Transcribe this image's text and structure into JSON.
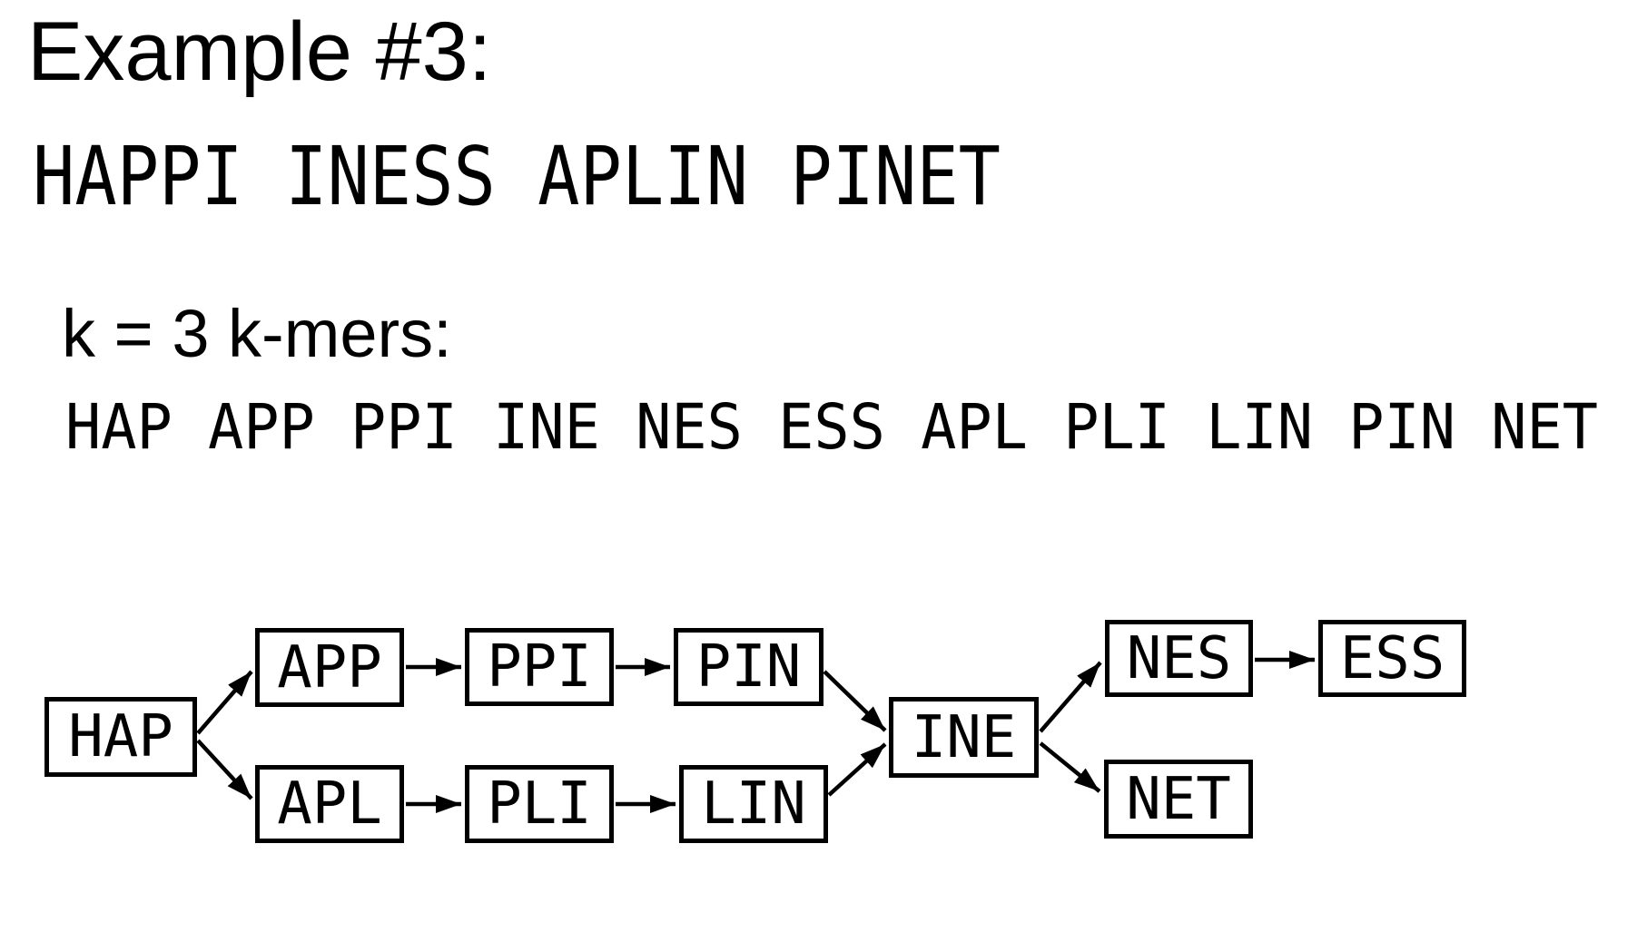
{
  "slide": {
    "title": "Example #3:",
    "reads_line": "HAPPI INESS APLIN PINET",
    "kmer_label": "k = 3 k-mers:",
    "kmer_list": "HAP APP PPI INE NES ESS APL PLI LIN PIN NET"
  },
  "colors": {
    "ink": "#000000",
    "background": "#ffffff"
  },
  "graph": {
    "type": "de-bruijn-graph",
    "k": 3,
    "nodes": [
      {
        "id": "HAP",
        "label": "HAP"
      },
      {
        "id": "APP",
        "label": "APP"
      },
      {
        "id": "PPI",
        "label": "PPI"
      },
      {
        "id": "PIN",
        "label": "PIN"
      },
      {
        "id": "INE",
        "label": "INE"
      },
      {
        "id": "NES",
        "label": "NES"
      },
      {
        "id": "ESS",
        "label": "ESS"
      },
      {
        "id": "APL",
        "label": "APL"
      },
      {
        "id": "PLI",
        "label": "PLI"
      },
      {
        "id": "LIN",
        "label": "LIN"
      },
      {
        "id": "NET",
        "label": "NET"
      }
    ],
    "edges": [
      {
        "from": "HAP",
        "to": "APP"
      },
      {
        "from": "HAP",
        "to": "APL"
      },
      {
        "from": "APP",
        "to": "PPI"
      },
      {
        "from": "PPI",
        "to": "PIN"
      },
      {
        "from": "PIN",
        "to": "INE"
      },
      {
        "from": "LIN",
        "to": "INE"
      },
      {
        "from": "INE",
        "to": "NES"
      },
      {
        "from": "INE",
        "to": "NET"
      },
      {
        "from": "APL",
        "to": "PLI"
      },
      {
        "from": "PLI",
        "to": "LIN"
      },
      {
        "from": "NES",
        "to": "ESS"
      }
    ]
  }
}
